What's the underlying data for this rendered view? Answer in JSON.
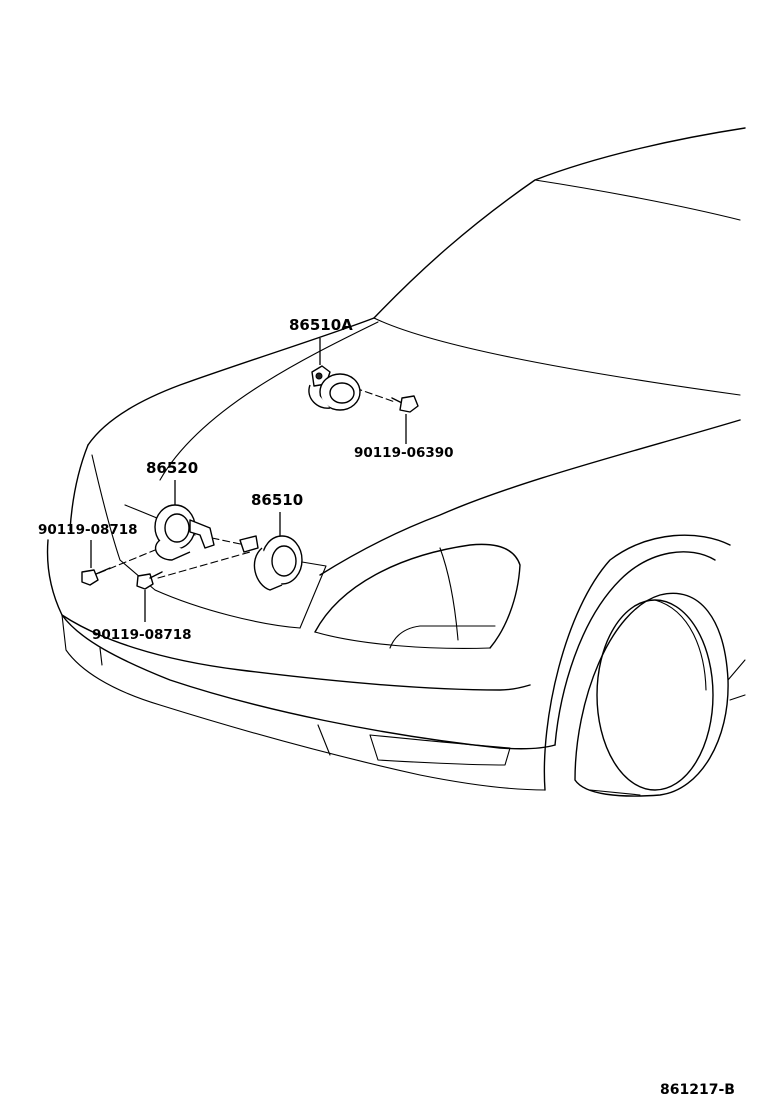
{
  "parts": [
    {
      "id": "horn_high_a",
      "number": "86510A"
    },
    {
      "id": "horn_low",
      "number": "86520"
    },
    {
      "id": "horn_high",
      "number": "86510"
    }
  ],
  "bolts": [
    {
      "id": "bolt_upper",
      "number": "90119-06390"
    },
    {
      "id": "bolt_left",
      "number": "90119-08718"
    },
    {
      "id": "bolt_center",
      "number": "90119-08718"
    }
  ],
  "diagram_ref": "861217-B"
}
